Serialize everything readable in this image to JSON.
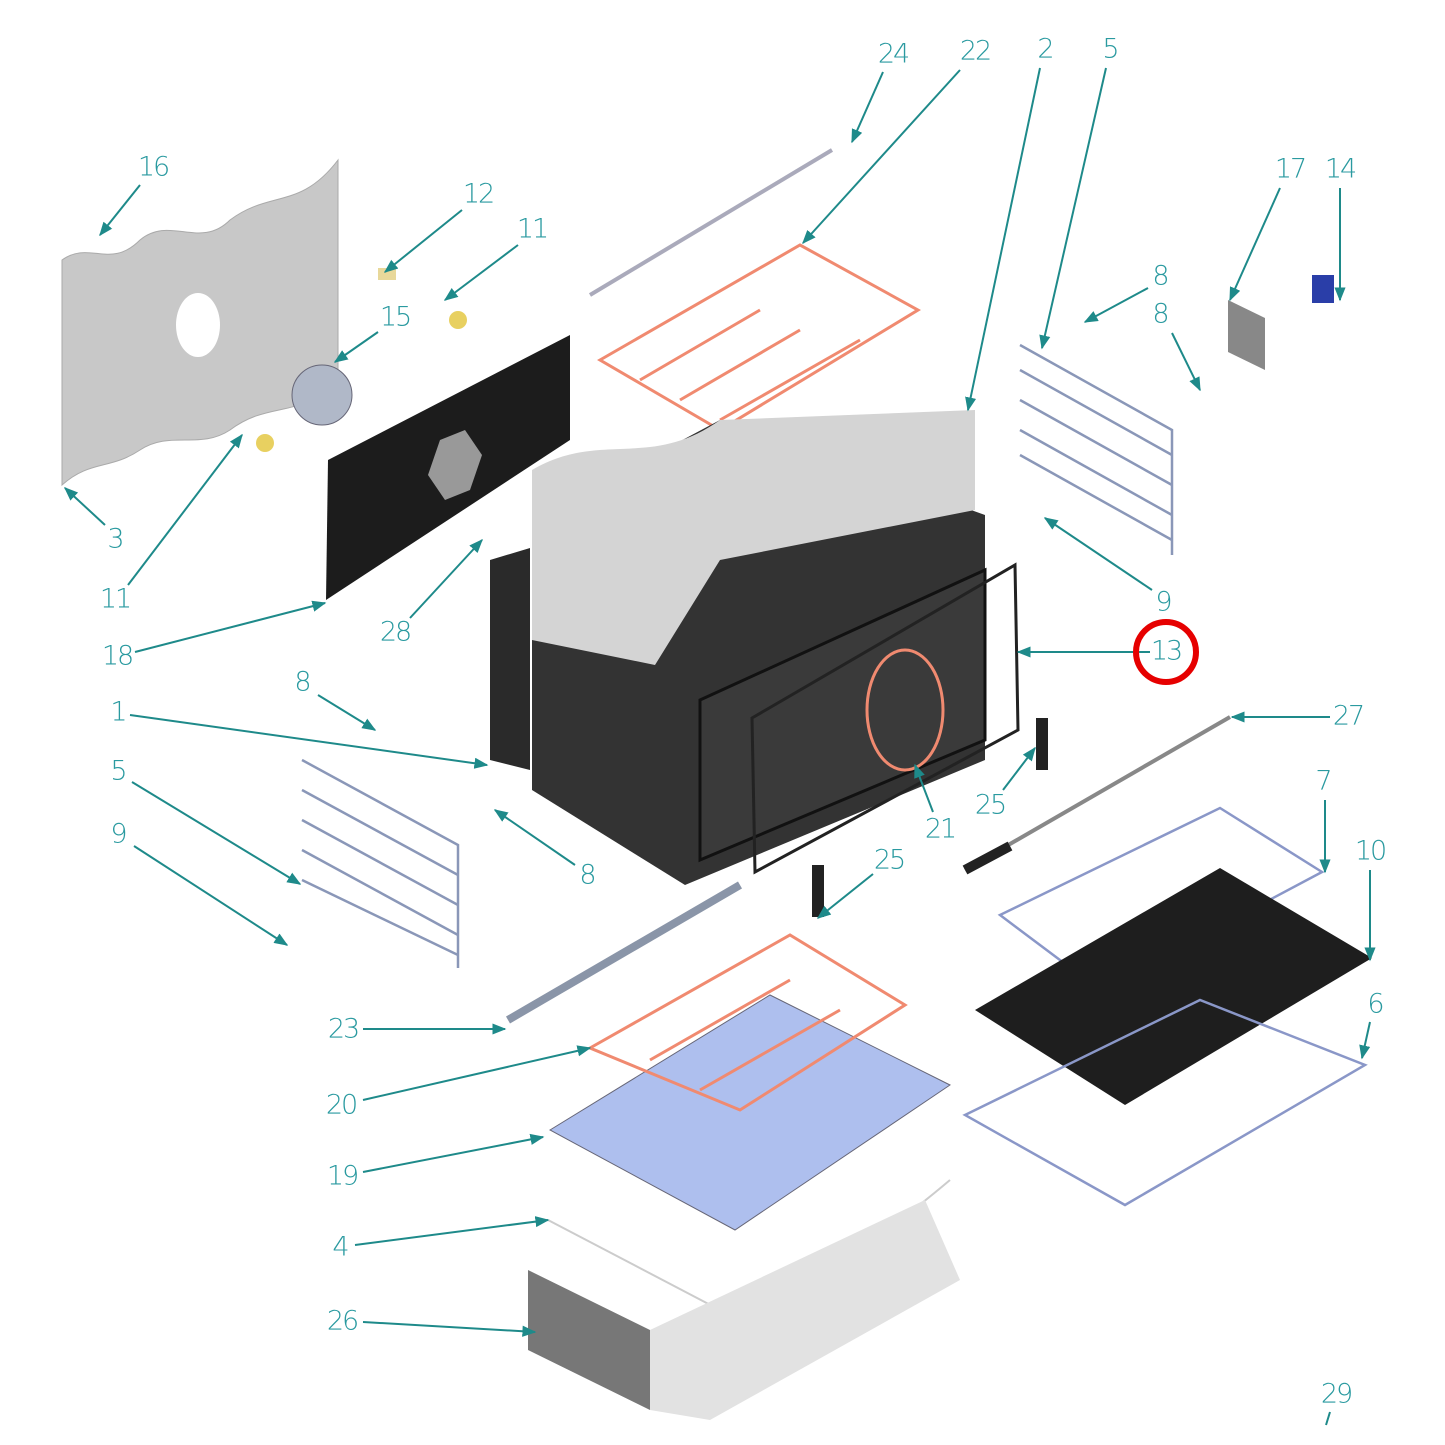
{
  "diagram": {
    "type": "exploded-parts-view",
    "highlighted_callout": "13",
    "highlight_color": "#e60000",
    "label_color": "#2a9aa0",
    "callouts": [
      "24",
      "22",
      "2",
      "5",
      "16",
      "12",
      "11",
      "15",
      "17",
      "14",
      "8",
      "8",
      "3",
      "11",
      "18",
      "28",
      "9",
      "13",
      "8",
      "1",
      "27",
      "5",
      "7",
      "9",
      "8",
      "21",
      "25",
      "25",
      "10",
      "6",
      "23",
      "20",
      "19",
      "4",
      "26",
      "29"
    ]
  }
}
